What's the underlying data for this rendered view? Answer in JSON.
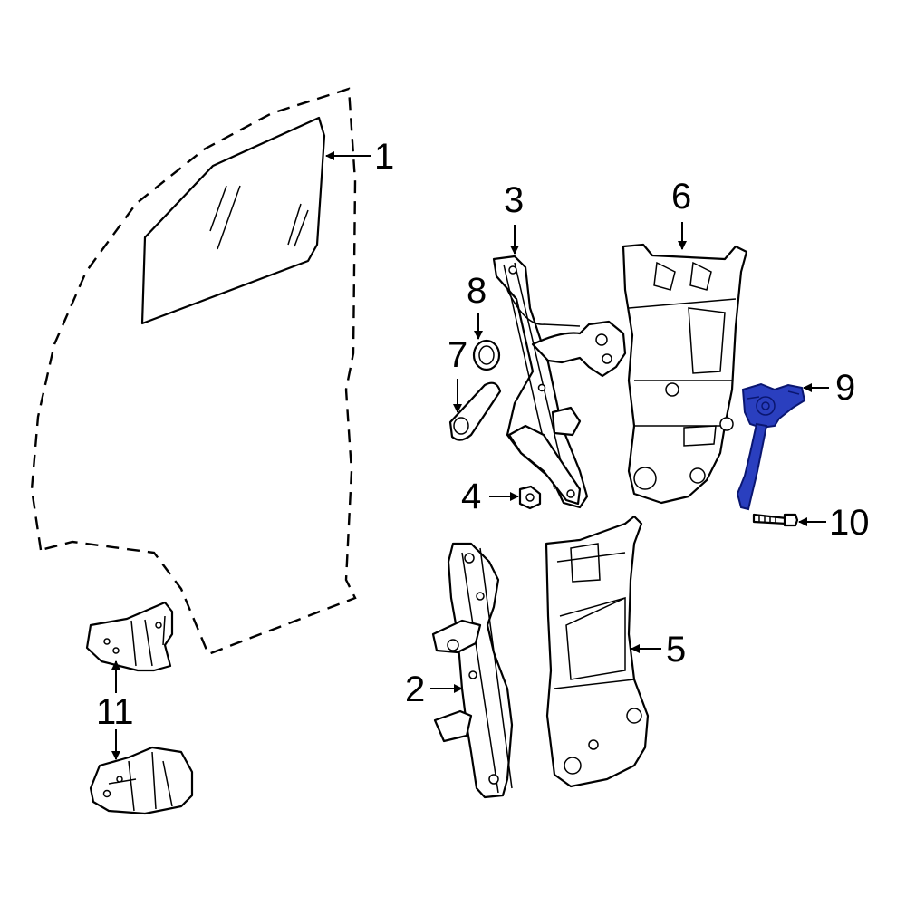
{
  "diagram": {
    "callouts": [
      {
        "id": "1",
        "label": "1"
      },
      {
        "id": "2",
        "label": "2"
      },
      {
        "id": "3",
        "label": "3"
      },
      {
        "id": "4",
        "label": "4"
      },
      {
        "id": "5",
        "label": "5"
      },
      {
        "id": "6",
        "label": "6"
      },
      {
        "id": "7",
        "label": "7"
      },
      {
        "id": "8",
        "label": "8"
      },
      {
        "id": "9",
        "label": "9"
      },
      {
        "id": "10",
        "label": "10"
      },
      {
        "id": "11",
        "label": "11"
      }
    ],
    "highlighted_part": "9",
    "colors": {
      "highlight": "#2a3fbf",
      "line": "#000000",
      "background": "#ffffff"
    }
  }
}
